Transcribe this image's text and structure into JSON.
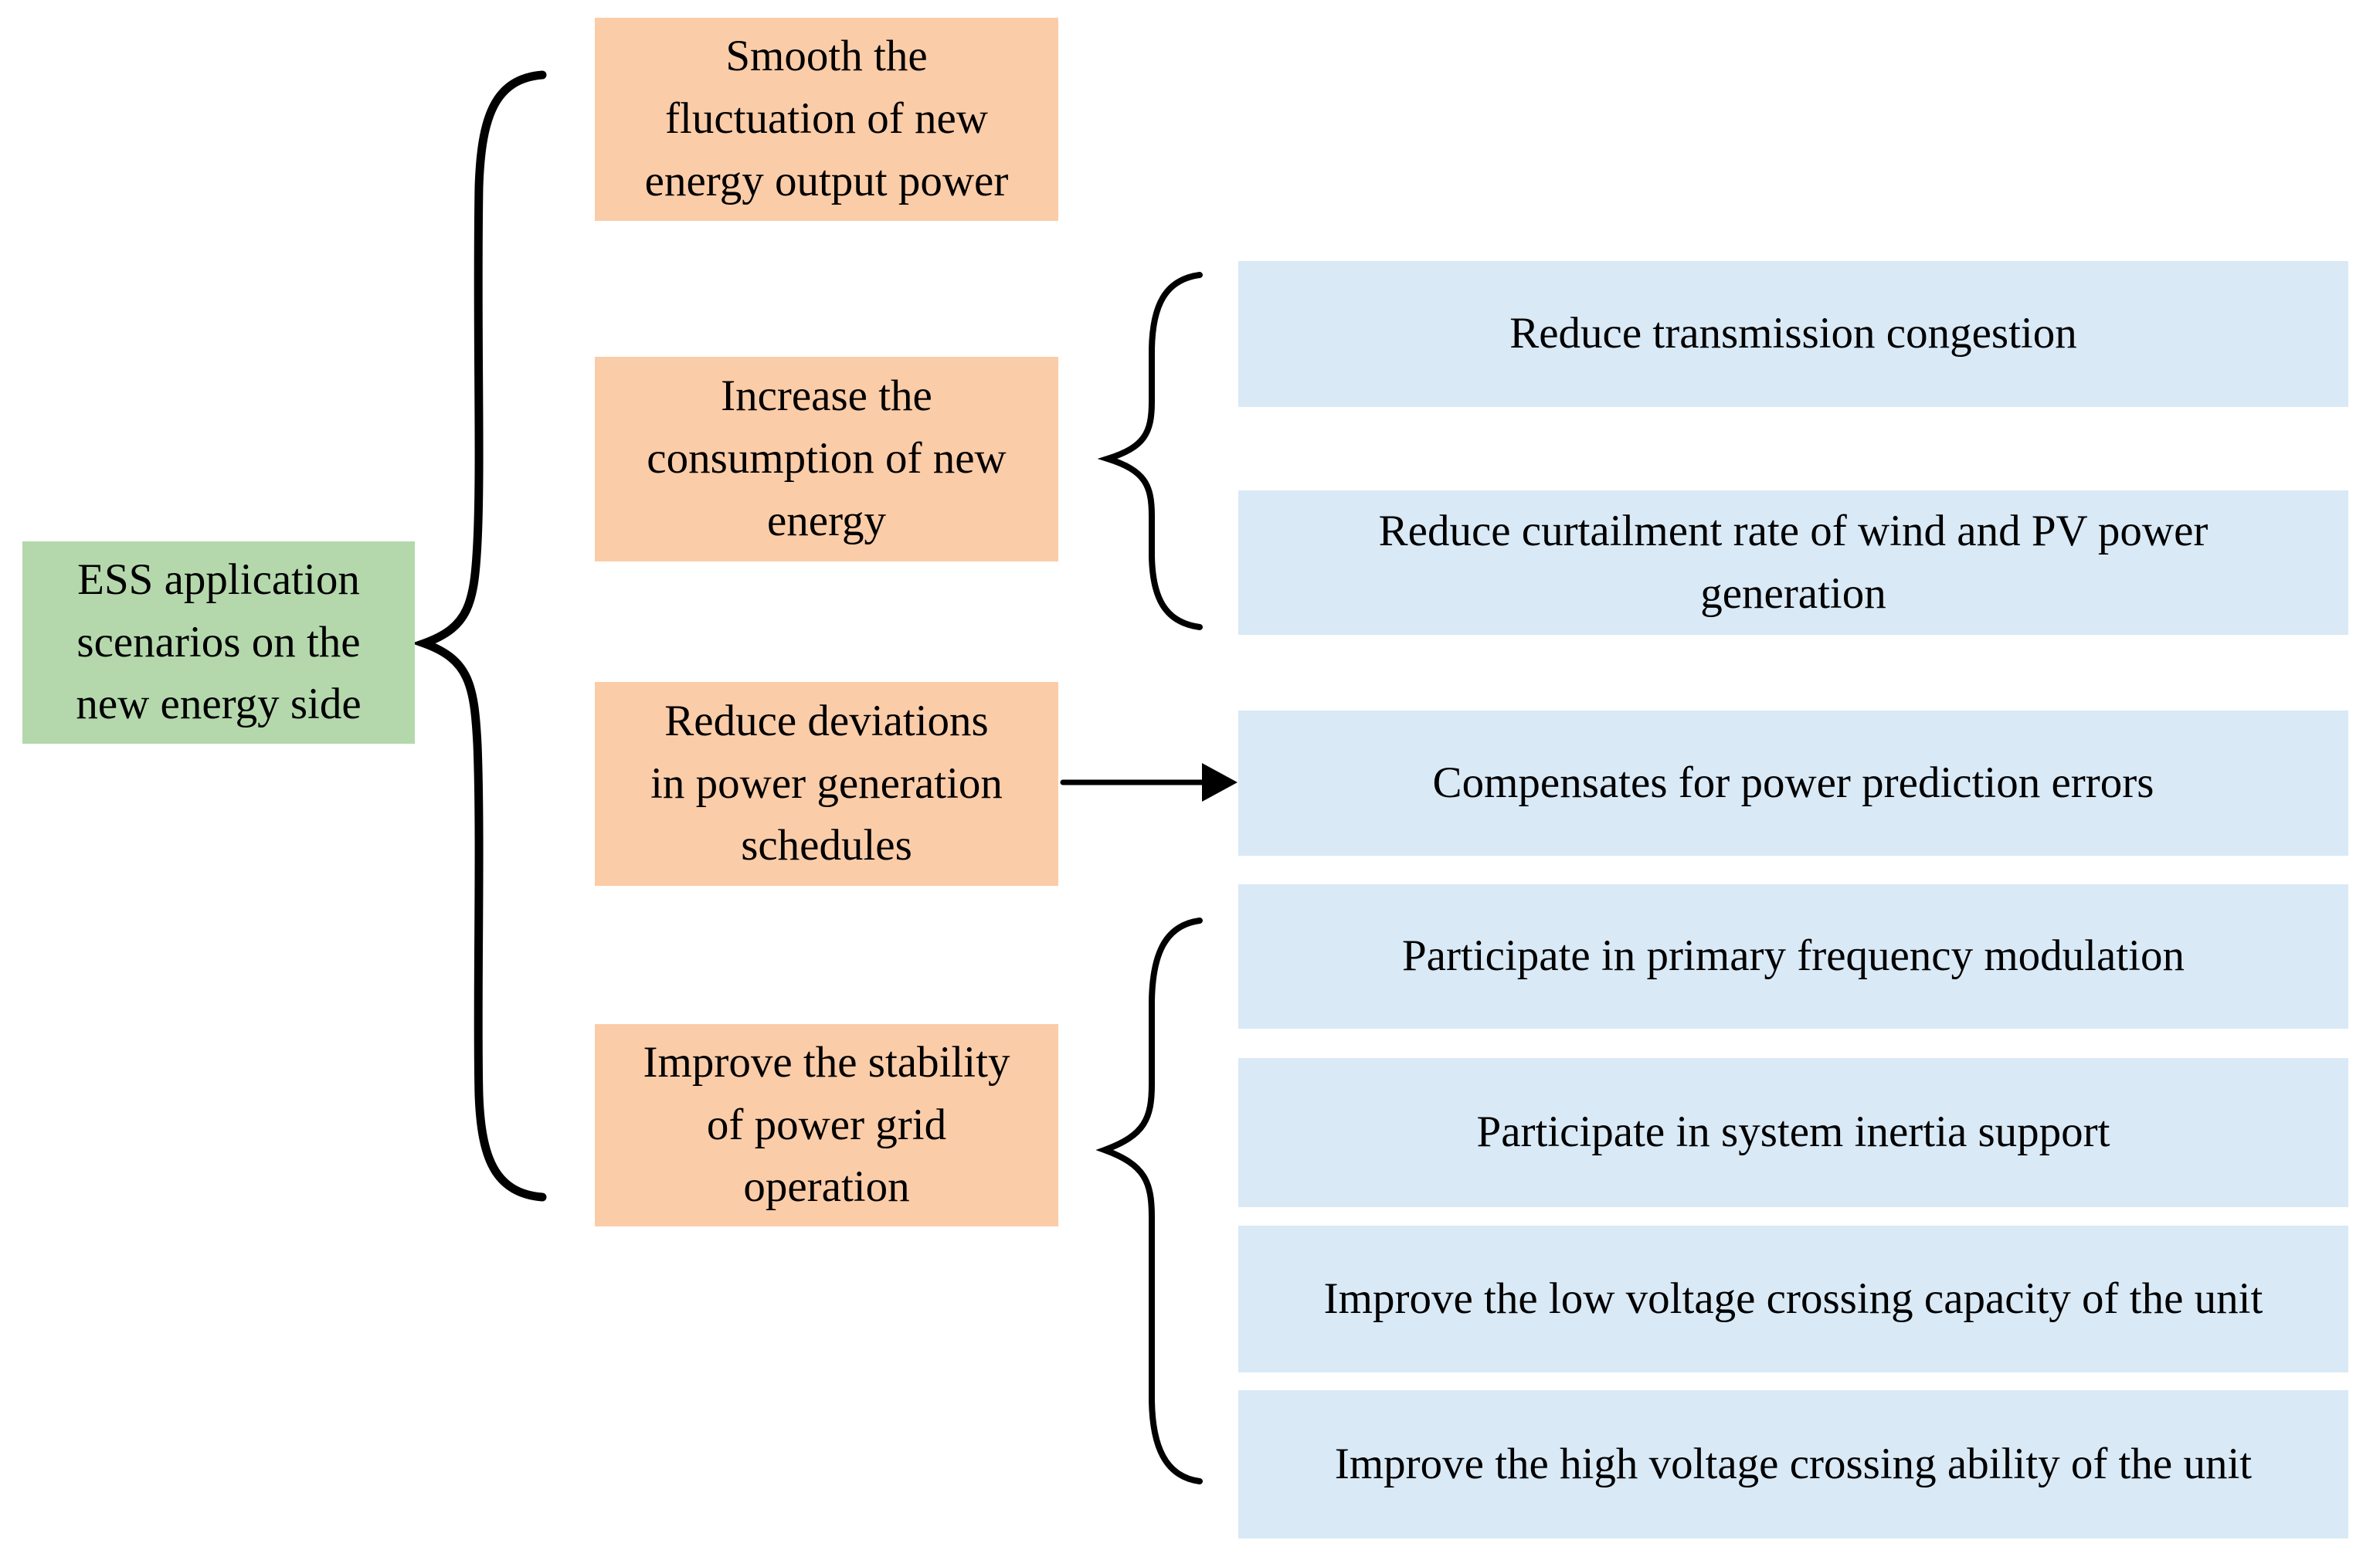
{
  "colors": {
    "root_bg": "#b4d8ac",
    "branch_bg": "#fbcca8",
    "leaf_bg": "#d9e9f6",
    "line": "#000000",
    "page_bg": "#ffffff"
  },
  "diagram": {
    "root": {
      "label": "ESS application\nscenarios on the\nnew energy side"
    },
    "branches": [
      {
        "label": "Smooth the\nfluctuation of new\nenergy output power",
        "connector": "none",
        "children": []
      },
      {
        "label": "Increase the\nconsumption of new\nenergy",
        "connector": "curly-brace",
        "children": [
          {
            "label": "Reduce transmission congestion"
          },
          {
            "label": "Reduce curtailment rate of wind and  PV power\ngeneration"
          }
        ]
      },
      {
        "label": "Reduce deviations\nin power generation\nschedules",
        "connector": "arrow",
        "children": [
          {
            "label": "Compensates for power prediction errors"
          }
        ]
      },
      {
        "label": "Improve the stability\nof power grid\noperation",
        "connector": "curly-brace",
        "children": [
          {
            "label": "Participate in primary frequency modulation"
          },
          {
            "label": "Participate in system inertia support"
          },
          {
            "label": "Improve the low voltage crossing capacity of the unit"
          },
          {
            "label": "Improve the high voltage crossing ability of the unit"
          }
        ]
      }
    ]
  }
}
